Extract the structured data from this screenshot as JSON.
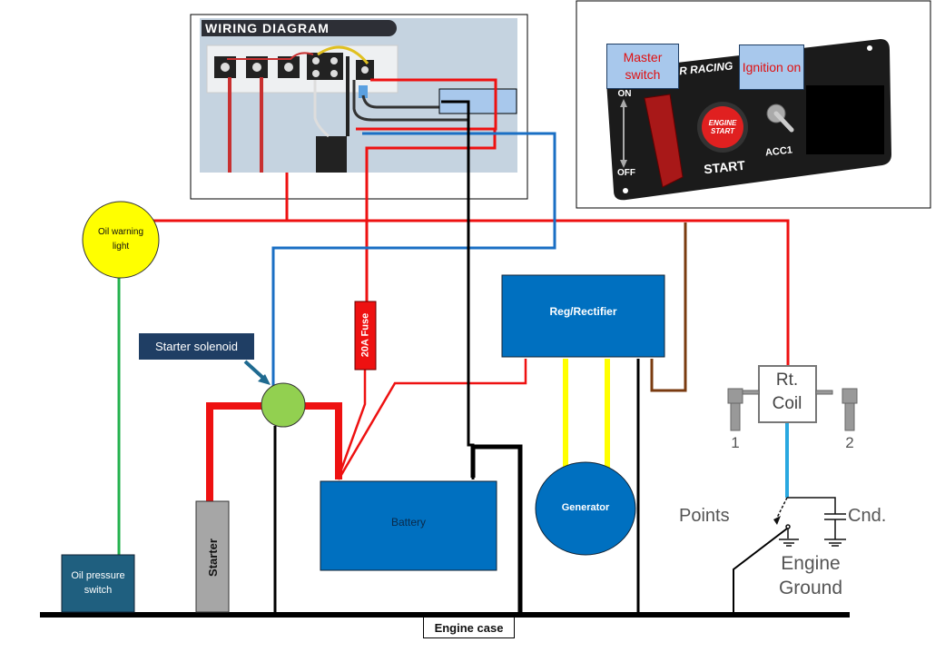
{
  "inset_wiring": {
    "banner": "WIRING DIAGRAM"
  },
  "inset_panel": {
    "brand_text": "R RACING",
    "master_switch_label": "Master switch",
    "ignition_label": "Ignition on",
    "on_text": "ON",
    "off_text": "OFF",
    "engine_start_text": "ENGINE START",
    "start_text": "START",
    "acc1_text": "ACC1"
  },
  "components": {
    "oil_warning_light": "Oil warning light",
    "starter_solenoid": "Starter solenoid",
    "fuse": "20A Fuse",
    "reg_rectifier": "Reg/Rectifier",
    "battery": "Battery",
    "generator": "Generator",
    "starter": "Starter",
    "oil_pressure_switch": "Oil pressure switch",
    "engine_case": "Engine case",
    "coil_line1": "Rt.",
    "coil_line2": "Coil",
    "plug1": "1",
    "plug2": "2",
    "points": "Points",
    "condenser": "Cnd.",
    "engine_ground_line1": "Engine",
    "engine_ground_line2": "Ground"
  },
  "colors": {
    "red_wire": "#ee1111",
    "blue_wire": "#1a6fc4",
    "black_wire": "#000000",
    "green_wire": "#22b14c",
    "yellow_wire": "#ffff00",
    "brown_wire": "#7a3b10",
    "light_blue_wire": "#29a8e0",
    "component_blue": "#0070c0",
    "navy_label": "#1f3e64",
    "teal_box": "#1f5f7f",
    "solenoid_green": "#92d050",
    "lamp_yellow": "#ffff00",
    "starter_gray": "#a6a6a6"
  }
}
